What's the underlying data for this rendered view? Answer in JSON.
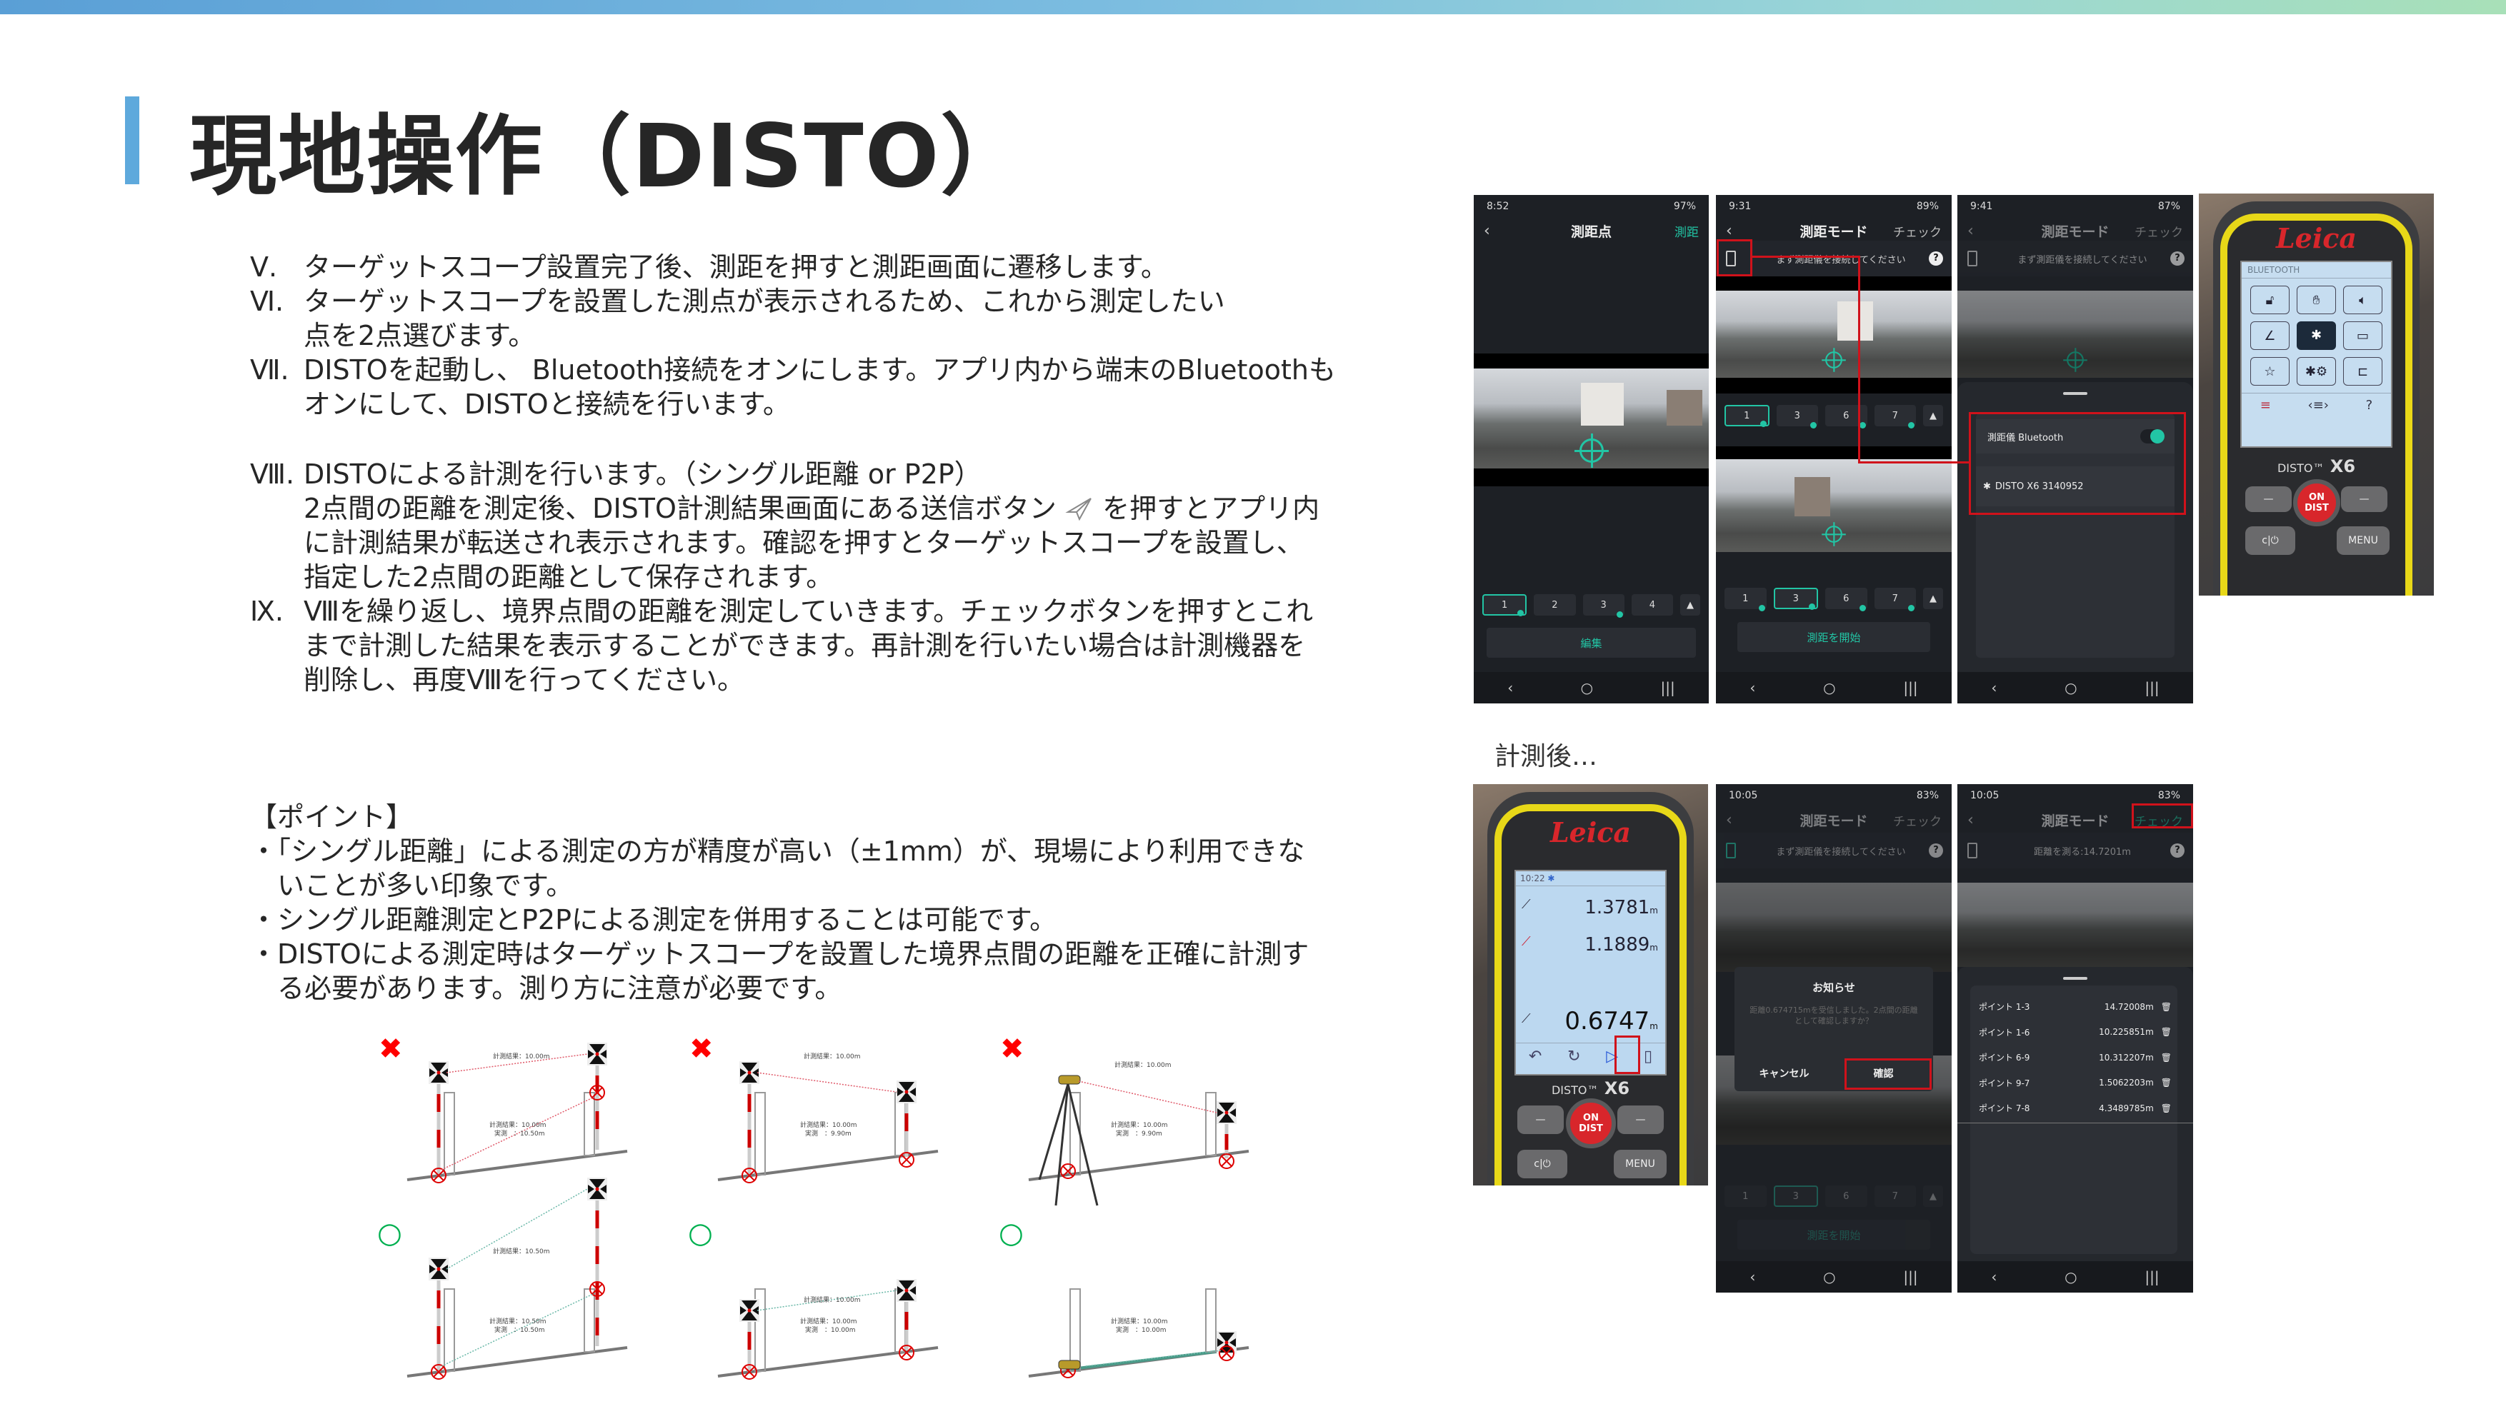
{
  "title": "現地操作（DISTO）",
  "steps": [
    {
      "num": "Ⅴ.",
      "lines": [
        "ターゲットスコープ設置完了後、測距を押すと測距画面に遷移します。"
      ]
    },
    {
      "num": "Ⅵ.",
      "lines": [
        "ターゲットスコープを設置した測点が表示されるため、これから測定したい",
        "点を2点選びます。"
      ]
    },
    {
      "num": "Ⅶ.",
      "lines": [
        "DISTOを起動し、 Bluetooth接続をオンにします。アプリ内から端末のBluetoothも",
        "オンにして、DISTOと接続を行います。"
      ]
    },
    {
      "num": "Ⅷ.",
      "lines": [
        "DISTOによる計測を行います。（シングル距離 or P2P）",
        "2点間の距離を測定後、DISTO計測結果画面にある送信ボタン",
        "を押すとアプリ内",
        "に計測結果が転送され表示されます。確認を押すとターゲットスコープを設置し、",
        "指定した2点間の距離として保存されます。"
      ]
    },
    {
      "num": "Ⅸ.",
      "lines": [
        "Ⅷを繰り返し、境界点間の距離を測定していきます。チェックボタンを押すとこれ",
        "まで計測した結果を表示することができます。再計測を行いたい場合は計測機器を",
        "削除し、再度Ⅷを行ってください。"
      ]
    }
  ],
  "points": {
    "heading": "【ポイント】",
    "lines": [
      "・「シングル距離」による測定の方が精度が高い（±1mm）が、現場により利用できな",
      "　いことが多い印象です。",
      "・シングル距離測定とP2Pによる測定を併用することは可能です。",
      "・DISTOによる測定時はターゲットスコープを設置した境界点間の距離を正確に計測す",
      "　る必要があります。測り方に注意が必要です。"
    ]
  },
  "diagrams": {
    "wrong_mark": "✖",
    "right_mark": "○",
    "panels": [
      {
        "top": "計測結果：10.00m",
        "result": "計測結果：10.00m",
        "actual": "実測　：10.50m"
      },
      {
        "top": "計測結果：10.00m",
        "result": "計測結果：10.00m",
        "actual": "実測　：9.90m"
      },
      {
        "top": "計測結果：10.00m",
        "result": "計測結果：10.00m",
        "actual": "実測　：9.90m"
      },
      {
        "top": "計測結果：10.50m",
        "result": "計測結果：10.50m",
        "actual": "実測　：10.50m"
      },
      {
        "top": "計測結果：10.00m",
        "result": "計測結果：10.00m",
        "actual": "実測　：10.00m"
      },
      {
        "top": "",
        "result": "計測結果：10.00m",
        "actual": "実測　：10.00m"
      }
    ]
  },
  "after_label": "計測後…",
  "screens": {
    "s1": {
      "time": "8:52",
      "battery": "97%",
      "title": "測距点",
      "action": "測距",
      "chips": [
        "1",
        "2",
        "3",
        "4"
      ],
      "button": "編集"
    },
    "s2": {
      "time": "9:31",
      "battery": "89%",
      "title": "測距モード",
      "action": "チェック",
      "prompt": "まず測距儀を接続してください",
      "chips1": [
        "1",
        "3",
        "6",
        "7"
      ],
      "chips2": [
        "1",
        "3",
        "6",
        "7"
      ],
      "button": "測距を開始"
    },
    "s3": {
      "time": "9:41",
      "battery": "87%",
      "title": "測距モード",
      "action": "チェック",
      "prompt": "まず測距儀を接続してください",
      "bt_label": "測距儀 Bluetooth",
      "bt_on": true,
      "device": "DISTO X6 3140952"
    },
    "s4": {
      "time": "10:05",
      "battery": "83%",
      "title": "測距モード",
      "action": "チェック",
      "prompt": "まず測距儀を接続してください",
      "dialog_title": "お知らせ",
      "dialog_msg": "距離0.674715mを受信しました。2点間の距離として確認しますか？",
      "cancel": "キャンセル",
      "confirm": "確認",
      "chips": [
        "1",
        "3",
        "6",
        "7"
      ],
      "button": "測距を開始"
    },
    "s5": {
      "time": "10:05",
      "battery": "83%",
      "title": "測距モード",
      "action": "チェック",
      "prompt": "距離を測る:14.7201m",
      "results": [
        {
          "label": "ポイント 1-3",
          "value": "14.72008m"
        },
        {
          "label": "ポイント 1-6",
          "value": "10.225851m"
        },
        {
          "label": "ポイント 6-9",
          "value": "10.312207m"
        },
        {
          "label": "ポイント 9-7",
          "value": "1.5062203m"
        },
        {
          "label": "ポイント 7-8",
          "value": "4.3489785m"
        }
      ]
    }
  },
  "nav": {
    "back": "‹",
    "home": "○",
    "recent": "|||"
  },
  "device1": {
    "brand": "Leica",
    "screen_title": "BLUETOOTH",
    "model_prefix": "DISTO™",
    "model": "X6",
    "on_key": "ON DIST",
    "clear_key": "c|⏻",
    "menu_key": "MENU"
  },
  "device2": {
    "brand": "Leica",
    "time": "10:22",
    "m1": "1.3781",
    "m2": "1.1889",
    "m3": "0.6747",
    "unit": "m",
    "model_prefix": "DISTO™",
    "model": "X6",
    "on_key": "ON DIST",
    "clear_key": "c|⏻",
    "menu_key": "MENU"
  },
  "colors": {
    "accent": "#5ea9dc",
    "teal": "#22c5a5",
    "highlight": "#d0121b",
    "wrong": "#ff0000",
    "right": "#00b050"
  }
}
